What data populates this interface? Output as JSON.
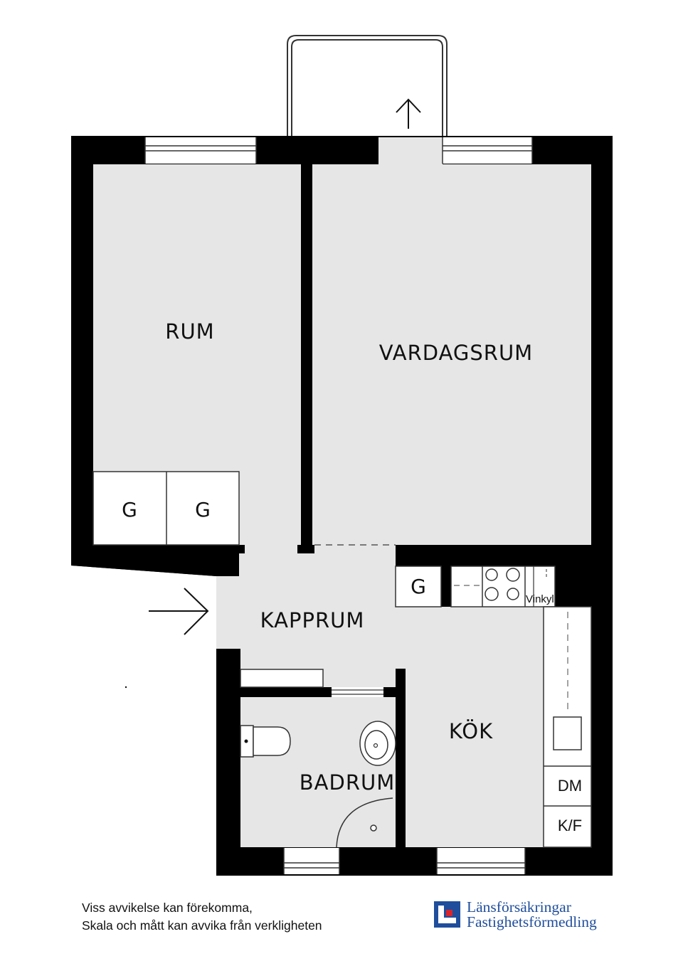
{
  "colors": {
    "wall": "#000000",
    "floor": "#e6e6e6",
    "line": "#333333",
    "brand_blue": "#1f4e9c",
    "brand_red": "#d8242b"
  },
  "rooms": {
    "rum": "RUM",
    "vardagsrum": "VARDAGSRUM",
    "kapprum": "KAPPRUM",
    "kok": "KÖK",
    "badrum": "BADRUM"
  },
  "fixtures": {
    "wardrobe_1": "G",
    "wardrobe_2": "G",
    "wardrobe_3": "G",
    "dishwasher": "DM",
    "fridge_freezer": "K/F",
    "wine_cooler": "Vinkyl"
  },
  "disclaimer": {
    "line1": "Viss avvikelse kan förekomma,",
    "line2": "Skala och mått kan avvika från verkligheten"
  },
  "brand": {
    "line1": "Länsförsäkringar",
    "line2": "Fastighetsförmedling",
    "logo_icon": "lansforsakringar-logo-icon"
  }
}
